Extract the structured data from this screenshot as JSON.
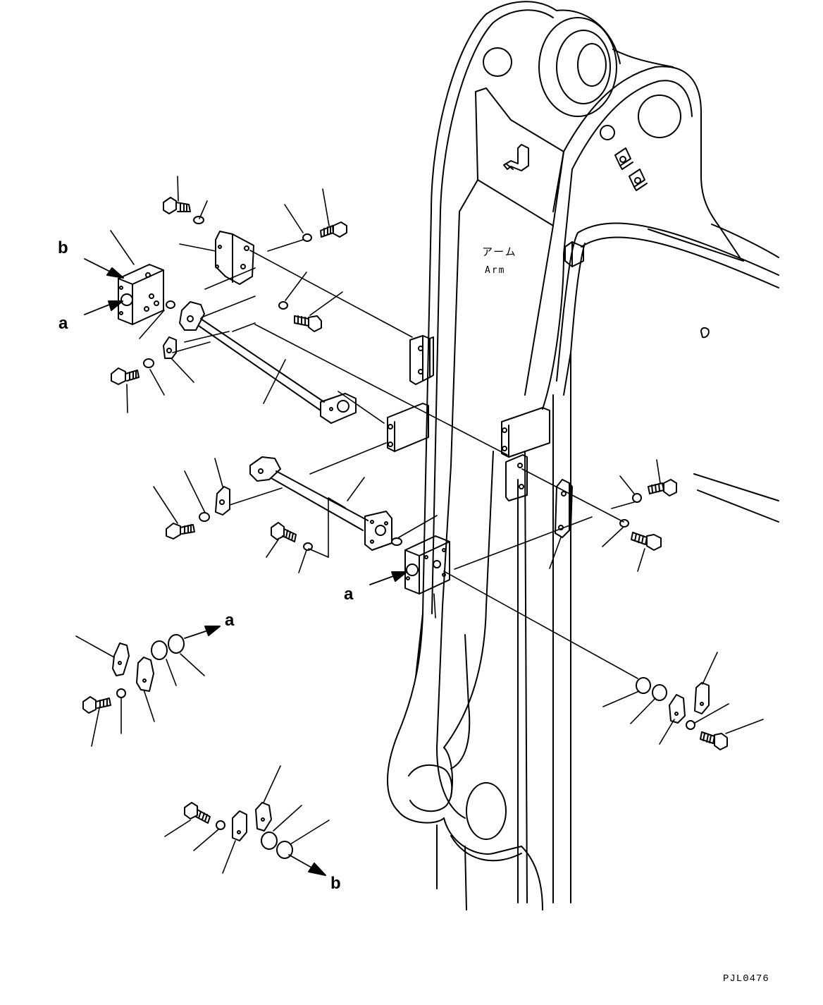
{
  "callouts": {
    "a": "a",
    "b": "b"
  },
  "arm_label": {
    "japanese": "アーム",
    "english": "Arm"
  },
  "drawing_code": "PJL0476",
  "colors": {
    "ink": "#000000",
    "paper": "#ffffff"
  }
}
